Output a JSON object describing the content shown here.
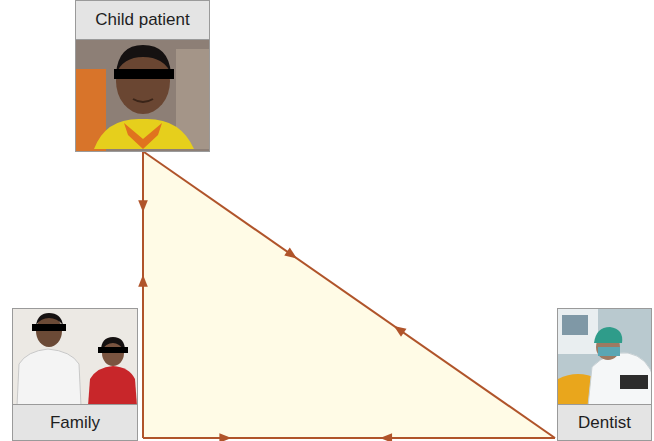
{
  "diagram": {
    "nodes": [
      {
        "text": [
          "Child patient"
        ]
      },
      {
        "text": [
          "Family"
        ]
      },
      {
        "text": [
          "Dentist"
        ]
      }
    ],
    "edges": [
      {
        "from": 0,
        "to": 1,
        "arrow": "both"
      },
      {
        "from": 0,
        "to": 2,
        "arrow": "both"
      },
      {
        "from": 1,
        "to": 2,
        "arrow": "both"
      }
    ]
  }
}
